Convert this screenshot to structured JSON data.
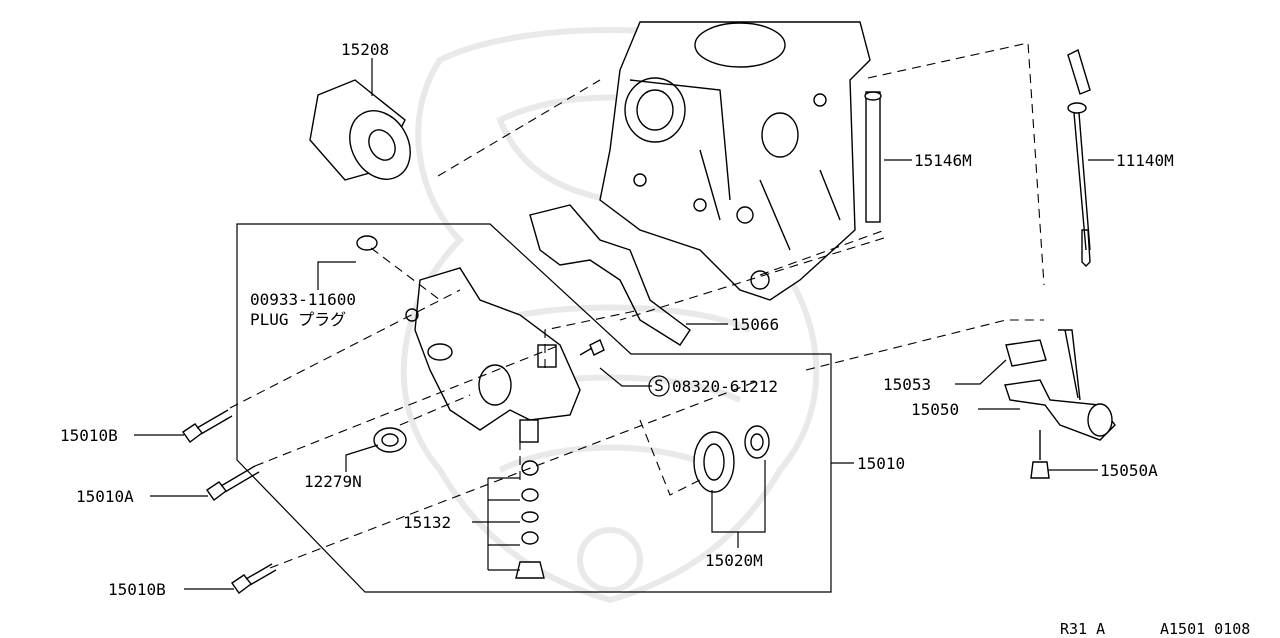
{
  "colors": {
    "line": "#000000",
    "background": "#ffffff",
    "watermark": "#e9e9e9"
  },
  "labels": {
    "p15208": "15208",
    "p15146M": "15146M",
    "p11140M": "11140M",
    "p00933_num": "00933-11600",
    "p00933_desc": "PLUG プラグ",
    "p15066": "15066",
    "p08320": "08320-61212",
    "s_mark": "S",
    "p15053": "15053",
    "p15050": "15050",
    "p15010": "15010",
    "p15010B_top": "15010B",
    "p12279N": "12279N",
    "p15050A": "15050A",
    "p15010A": "15010A",
    "p15132": "15132",
    "p15020M": "15020M",
    "p15010B_bottom": "15010B"
  },
  "footer": {
    "left_code": "R31 A",
    "right_code": "A1501 0108"
  },
  "icons": [
    "oil-filter-icon",
    "engine-block-icon",
    "oil-pump-icon",
    "dipstick-icon",
    "oil-strainer-icon",
    "watermark-crest-icon"
  ]
}
